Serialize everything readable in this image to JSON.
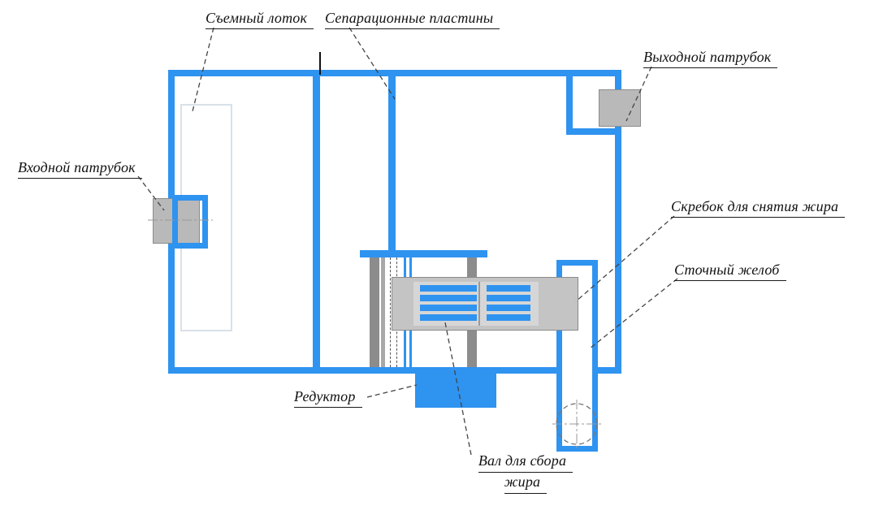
{
  "labels": {
    "removable_tray": "Съемный лоток",
    "separation_plates": "Сепарационные пластины",
    "outlet_pipe": "Выходной патрубок",
    "inlet_pipe": "Входной патрубок",
    "grease_scraper": "Скребок для снятия жира",
    "drain_gutter": "Сточный желоб",
    "reducer": "Редуктор",
    "grease_shaft_line1": "Вал для сбора",
    "grease_shaft_line2": "жира"
  },
  "colors": {
    "structure_blue": "#2f93f0",
    "metal_gray": "#b9b9b9",
    "metal_gray_dark": "#8c8c8c",
    "tray_outline": "#d9e1e8",
    "leader_line": "#444444",
    "text_color": "#111111",
    "background": "#ffffff"
  }
}
